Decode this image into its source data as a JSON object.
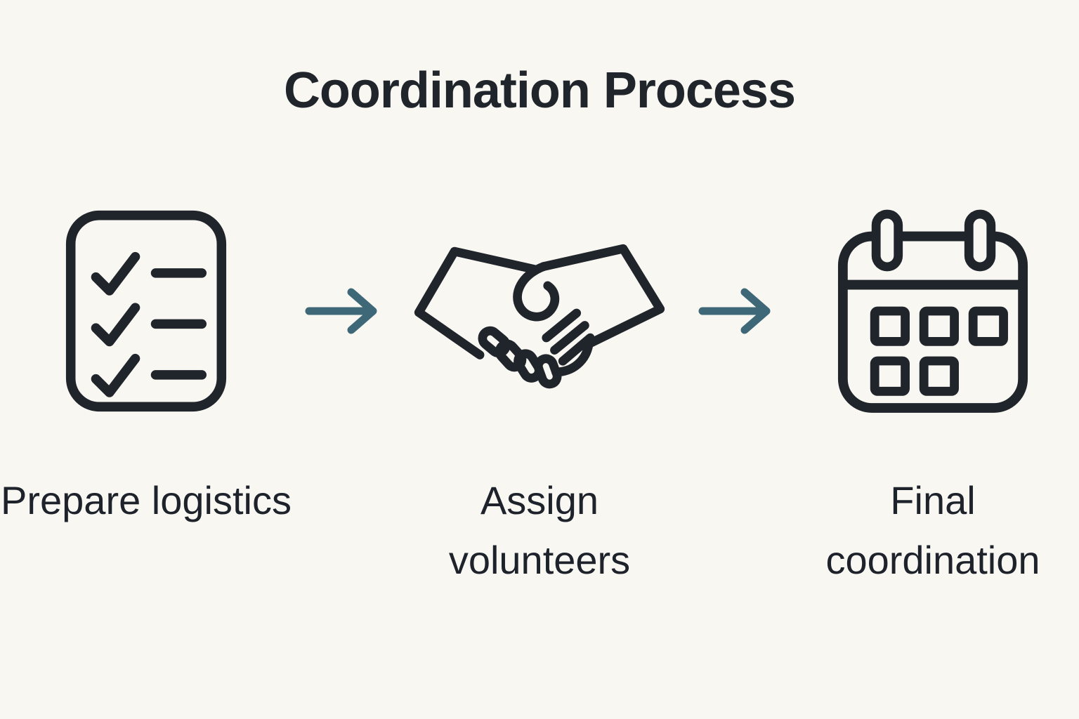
{
  "title": "Coordination Process",
  "steps": [
    {
      "label": "Prepare logistics",
      "icon": "checklist-icon"
    },
    {
      "label": "Assign volunteers",
      "icon": "handshake-icon"
    },
    {
      "label": "Final coordination",
      "icon": "calendar-icon"
    }
  ],
  "arrows": [
    {
      "icon": "arrow-right-icon"
    },
    {
      "icon": "arrow-right-icon"
    }
  ],
  "colors": {
    "background": "#f8f7f2",
    "ink": "#20242b",
    "text": "#1d222b",
    "arrow": "#3e6877"
  }
}
